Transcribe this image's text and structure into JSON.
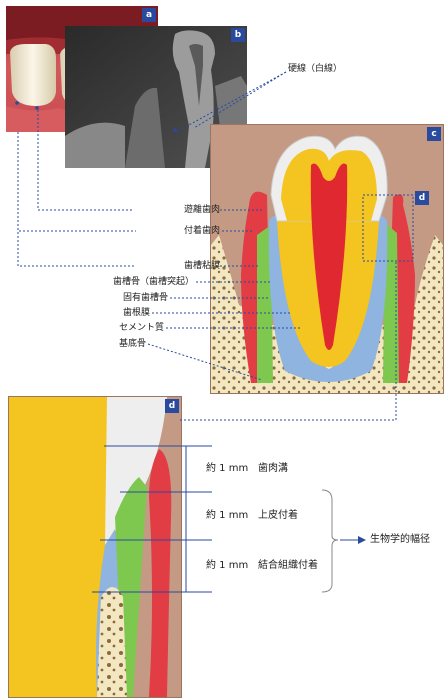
{
  "panels": {
    "a": {
      "badge": "a"
    },
    "b": {
      "badge": "b"
    },
    "c": {
      "badge": "c"
    },
    "d_marker": {
      "badge": "d"
    },
    "d": {
      "badge": "d"
    }
  },
  "labels": {
    "hardline": "硬線（白線）",
    "free_gingiva": "遊離歯肉",
    "attached_gingiva": "付着歯肉",
    "alveolar_mucosa": "歯槽粘膜",
    "alveolar_bone": "歯槽骨（歯槽突起）",
    "proper_alveolar_bone": "固有歯槽骨",
    "pdl": "歯根膜",
    "cementum": "セメント質",
    "basal_bone": "基底骨"
  },
  "measurements": [
    {
      "value": "約 1 mm",
      "name": "歯肉溝"
    },
    {
      "value": "約 1 mm",
      "name": "上皮付着"
    },
    {
      "value": "約 1 mm",
      "name": "結合組織付着"
    }
  ],
  "biologic_width": "生物学的幅径",
  "colors": {
    "badge": "#2a4aa0",
    "leader_line": "#2a4aa0",
    "background_tan": "#c49a84",
    "enamel": "#f0f0f0",
    "dentin": "#f4c420",
    "pulp": "#e02830",
    "gingiva_red": "#e23c44",
    "gingiva_green": "#7ec850",
    "pdl_blue": "#8fb4e0",
    "bone": "#f3e7c2"
  }
}
